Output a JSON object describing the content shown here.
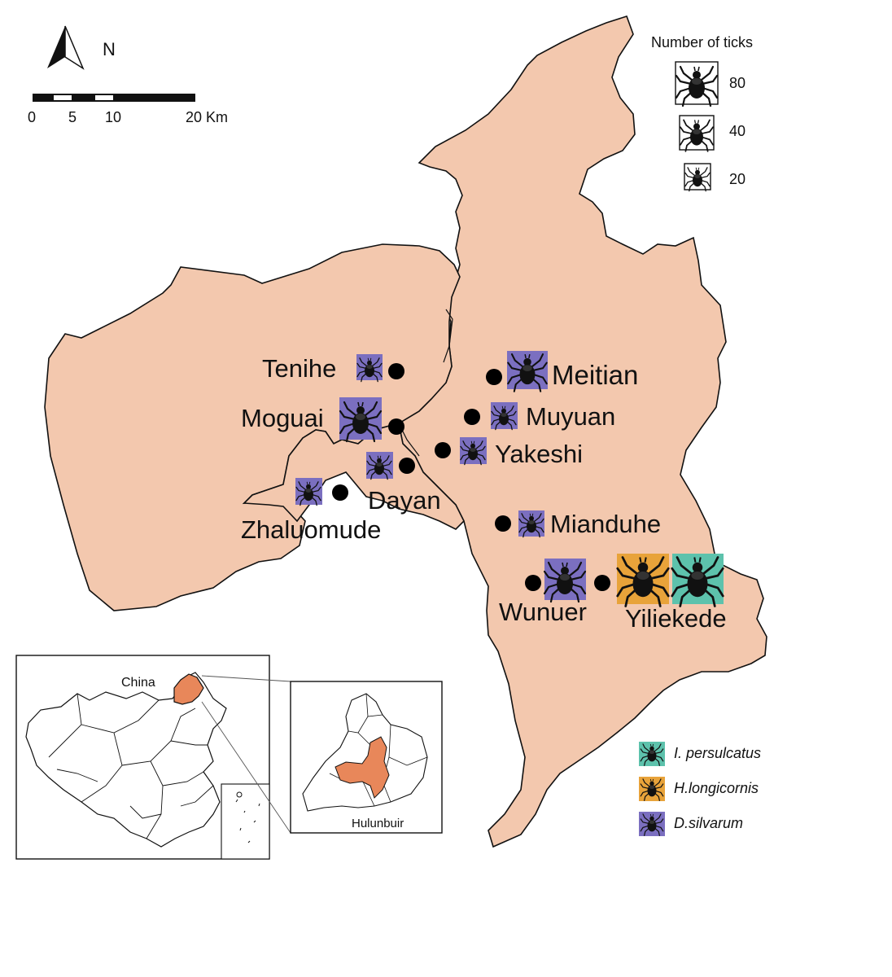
{
  "north_arrow": {
    "label": "N"
  },
  "scale_bar": {
    "ticks": [
      "0",
      "5",
      "10",
      "20 Km"
    ]
  },
  "size_legend": {
    "title": "Number of ticks",
    "items": [
      {
        "value": "80",
        "count": 80
      },
      {
        "value": "40",
        "count": 40
      },
      {
        "value": "20",
        "count": 20
      }
    ]
  },
  "species_legend": {
    "items": [
      {
        "name": "I. persulcatus",
        "color": "#5dc2ac"
      },
      {
        "name": "H.longicornis",
        "color": "#e8a33a"
      },
      {
        "name": "D.silvarum",
        "color": "#7b6fc0"
      }
    ]
  },
  "sites": [
    {
      "name": "Tenihe"
    },
    {
      "name": "Moguai"
    },
    {
      "name": "Dayan"
    },
    {
      "name": "Zhaluomude"
    },
    {
      "name": "Meitian"
    },
    {
      "name": "Muyuan"
    },
    {
      "name": "Yakeshi"
    },
    {
      "name": "Mianduhe"
    },
    {
      "name": "Wunuer"
    },
    {
      "name": "Yiliekede"
    }
  ],
  "inset": {
    "country_label": "China",
    "region_label": "Hulunbuir"
  },
  "colors": {
    "land": "#f3c8ae",
    "highlight": "#e8875a",
    "dot": "#000000"
  }
}
